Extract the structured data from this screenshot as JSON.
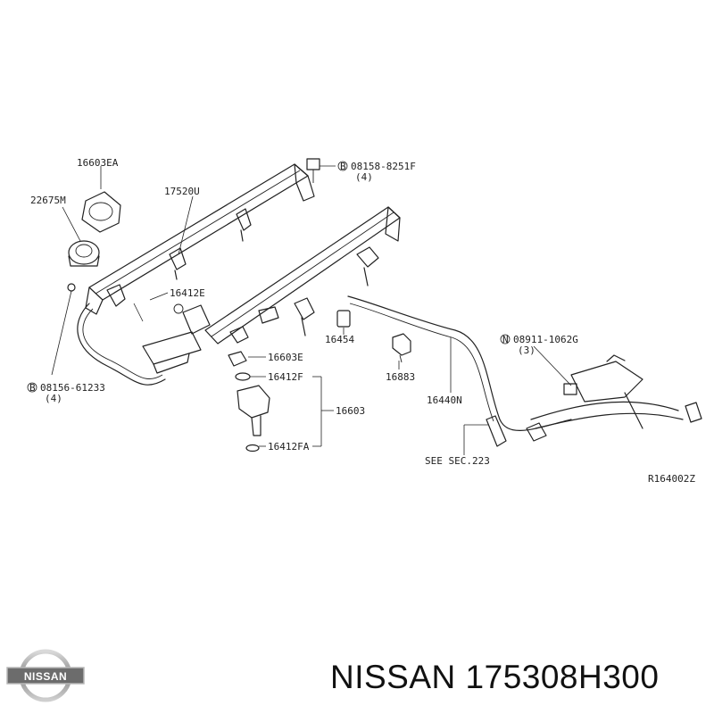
{
  "diagram": {
    "callouts": {
      "gasket_top": "16603EA",
      "damper": "22675M",
      "rail": "17520U",
      "bolt_rail": "08158-8251F",
      "bolt_rail_qty": "(4)",
      "oring_upper": "16412E",
      "bolt_left": "08156-61233",
      "bolt_left_qty": "(4)",
      "cap": "16454",
      "clip": "16883",
      "hose": "16440N",
      "nut": "08911-1062G",
      "nut_qty": "(3)",
      "insulator": "16603E",
      "oring_f": "16412F",
      "injector": "16603",
      "oring_fa": "16412FA",
      "see_sec": "SEE SEC.223",
      "ref_code": "R164002Z"
    }
  },
  "footer": {
    "logo_text": "NISSAN",
    "title": "NISSAN 175308H300"
  }
}
